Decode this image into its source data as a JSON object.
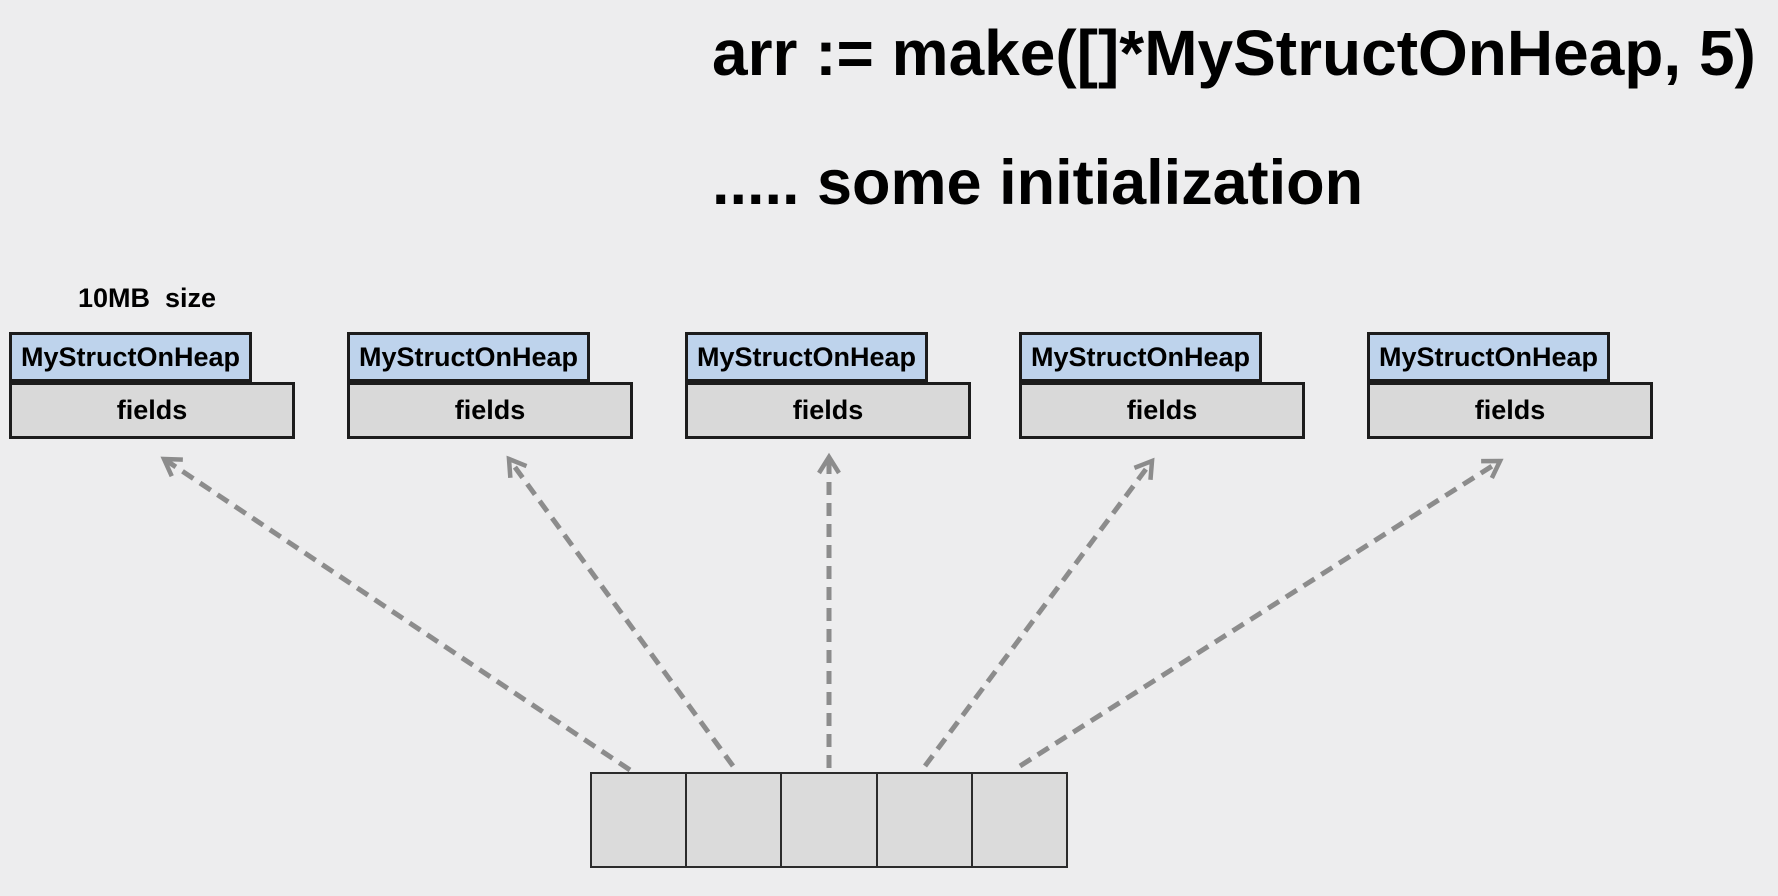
{
  "title": "arr := make([]*MyStructOnHeap, 5)",
  "subtitle": "..... some initialization",
  "heap": {
    "size_label": "10MB  size",
    "structs": [
      {
        "name": "MyStructOnHeap",
        "body": "fields"
      },
      {
        "name": "MyStructOnHeap",
        "body": "fields"
      },
      {
        "name": "MyStructOnHeap",
        "body": "fields"
      },
      {
        "name": "MyStructOnHeap",
        "body": "fields"
      },
      {
        "name": "MyStructOnHeap",
        "body": "fields"
      }
    ]
  },
  "slice": {
    "cell_count": 5
  },
  "colors": {
    "background": "#EDEDEE",
    "struct_header_fill": "#BED3EC",
    "struct_body_fill": "#D9D9D9",
    "slice_cell_fill": "#DBDBDB",
    "box_border": "#1C1C1C",
    "arrow": "#8C8C8C",
    "text": "#000000"
  }
}
